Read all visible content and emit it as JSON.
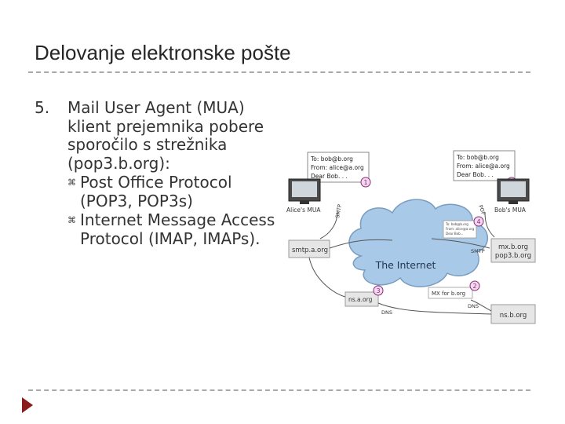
{
  "slide": {
    "title": "Delovanje elektronske pošte",
    "item": {
      "number": "5.",
      "text": "Mail User Agent (MUA) klient prejemnika pobere sporočilo s strežnika (pop3.b.org):",
      "subitems": [
        {
          "bullet": "⌘",
          "text": "Post Office Protocol (POP3, POP3s)"
        },
        {
          "bullet": "⌘",
          "text": "Internet Message Access Protocol (IMAP, IMAPs)."
        }
      ]
    }
  },
  "diagram": {
    "alice_mail": {
      "to": "To: bob@b.org",
      "from": "From: alice@a.org",
      "body": "Dear Bob. . .",
      "step": "1"
    },
    "bob_mail": {
      "to": "To: bob@b.org",
      "from": "From: alice@a.org",
      "body": "Dear Bob. . .",
      "step": "5"
    },
    "alice_label": "Alice's MUA",
    "bob_label": "Bob's MUA",
    "smtp_server": "smtp.a.org",
    "mx_server_line1": "mx.b.org",
    "mx_server_line2": "pop3.b.org",
    "ns_a": "ns.a.org",
    "ns_b": "ns.b.org",
    "cloud_label": "The Internet",
    "mx_query": "MX for b.org",
    "smtp_label_1": "SMTP",
    "smtp_label_2": "SMTP",
    "pop_label": "POP",
    "dns_label_1": "DNS",
    "dns_label_2": "DNS",
    "step2": "2",
    "step3": "3",
    "step4": "4",
    "small_note_1": "To: bob@b.org",
    "small_note_2": "From: alice@a.org",
    "small_note_3": "Dear Bob..."
  },
  "colors": {
    "accent": "#8b1a1a",
    "cloud": "#a9c9e8",
    "server": "#e6e6e6",
    "step": "#8a2a78"
  }
}
